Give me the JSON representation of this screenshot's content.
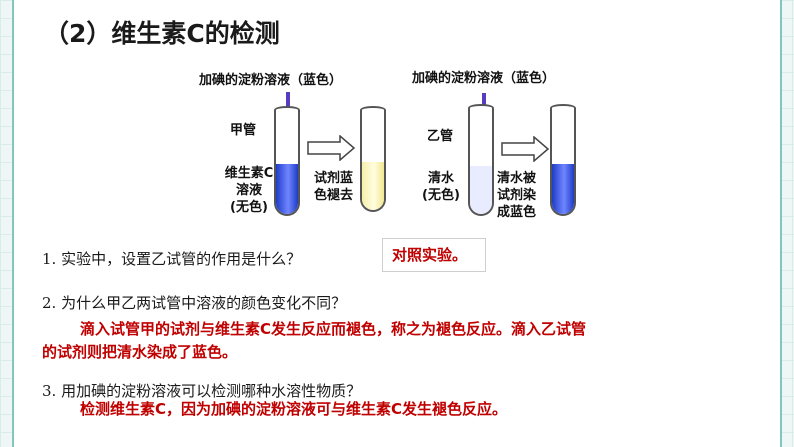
{
  "title": "（2）维生素C的检测",
  "diagram": {
    "left_reagent_label": "加碘的淀粉溶液（蓝色）",
    "right_reagent_label": "加碘的淀粉溶液（蓝色）",
    "tube_a_label": "甲管",
    "tube_b_label": "乙管",
    "solution_a_line1": "维生素C",
    "solution_a_line2": "溶液",
    "solution_a_line3": "(无色)",
    "solution_b_line1": "清水",
    "solution_b_line2": "(无色)",
    "result_a_line1": "试剂蓝",
    "result_a_line2": "色褪去",
    "result_b_line1": "清水被",
    "result_b_line2": "试剂染",
    "result_b_line3": "成蓝色",
    "colors": {
      "blue_liquid": "#1f3cc7",
      "yellow_liquid": "#f6f0a8",
      "dropper": "#5a3cc0"
    }
  },
  "questions": [
    {
      "question": "1. 实验中，设置乙试管的作用是什么？",
      "answer": "对照实验。"
    },
    {
      "question": "2. 为什么甲乙两试管中溶液的颜色变化不同？",
      "answer_line1": "滴入试管甲的试剂与维生素C发生反应而褪色，称之为褪色反应。滴入乙试管",
      "answer_line2": "的试剂则把清水染成了蓝色。"
    },
    {
      "question": "3. 用加碘的淀粉溶液可以检测哪种水溶性物质？",
      "answer": "检测维生素C，因为加碘的淀粉溶液可与维生素C发生褪色反应。"
    }
  ],
  "answer_color": "#c00000"
}
